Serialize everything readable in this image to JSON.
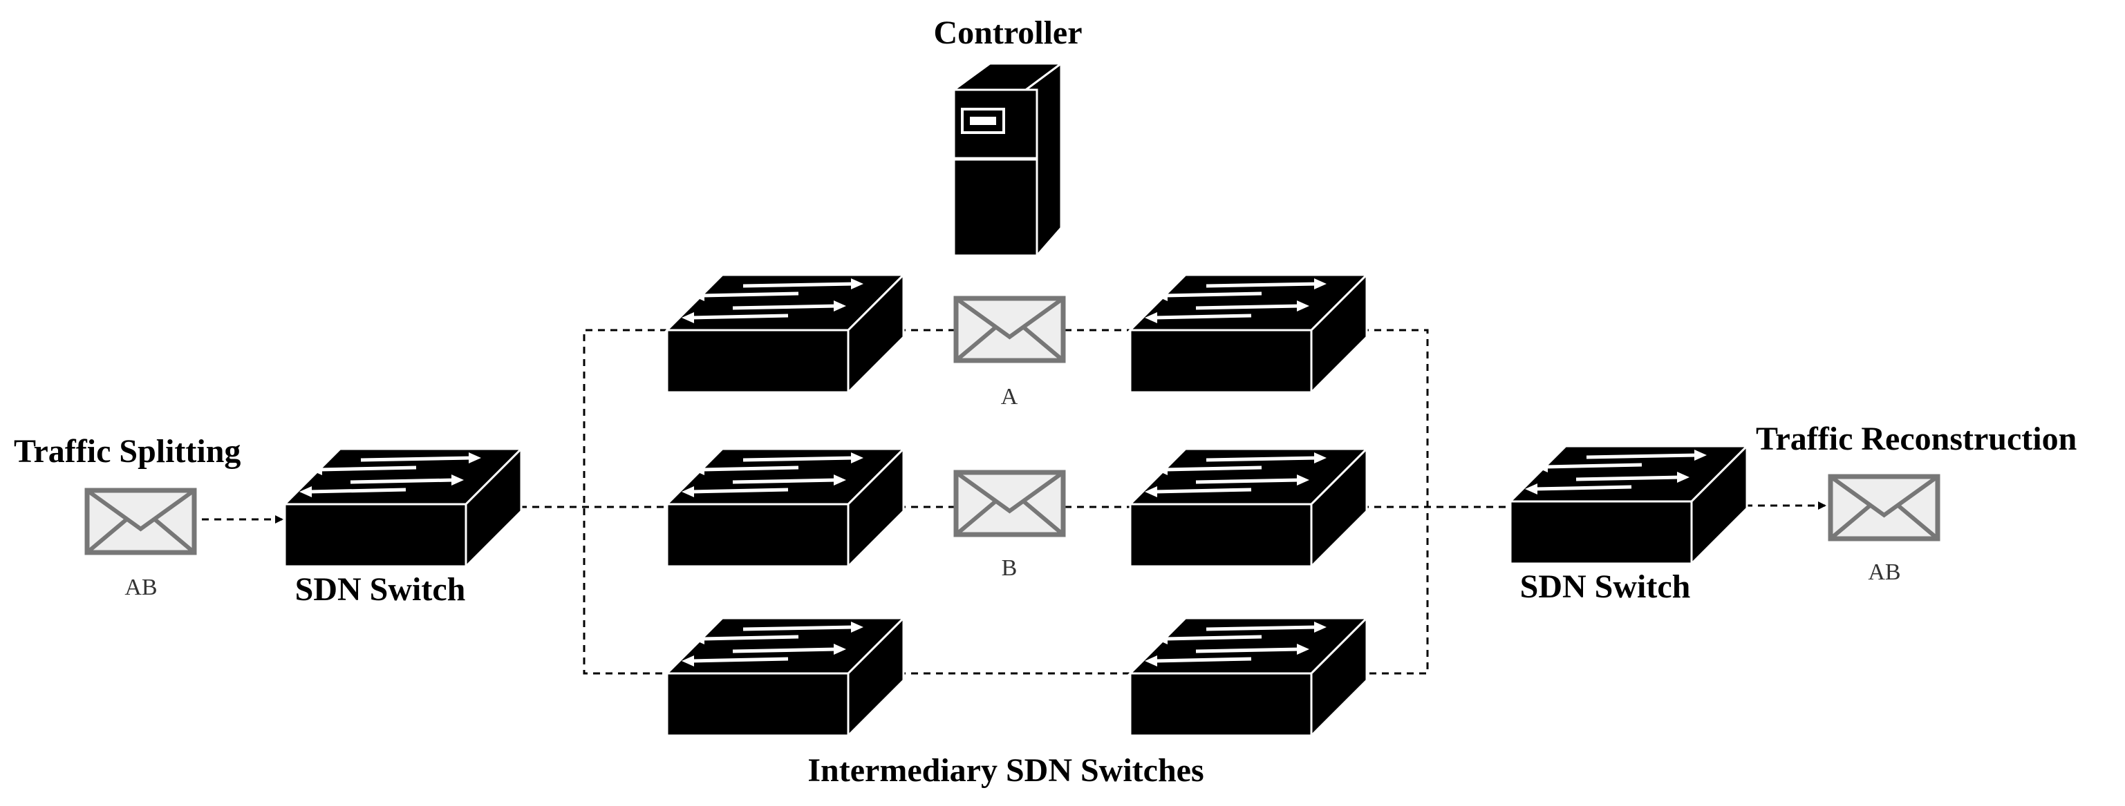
{
  "labels": {
    "controller": "Controller",
    "traffic_splitting": "Traffic Splitting",
    "traffic_reconstruction": "Traffic Reconstruction",
    "sdn_switch_left": "SDN Switch",
    "sdn_switch_right": "SDN Switch",
    "intermediary": "Intermediary SDN Switches"
  },
  "packets": {
    "input": "AB",
    "path_a": "A",
    "path_b": "B",
    "output": "AB"
  },
  "colors": {
    "device": "#000000",
    "device_edge": "#ffffff",
    "envelope_fill": "#eeeeee",
    "envelope_stroke": "#777777",
    "link": "#000000"
  }
}
